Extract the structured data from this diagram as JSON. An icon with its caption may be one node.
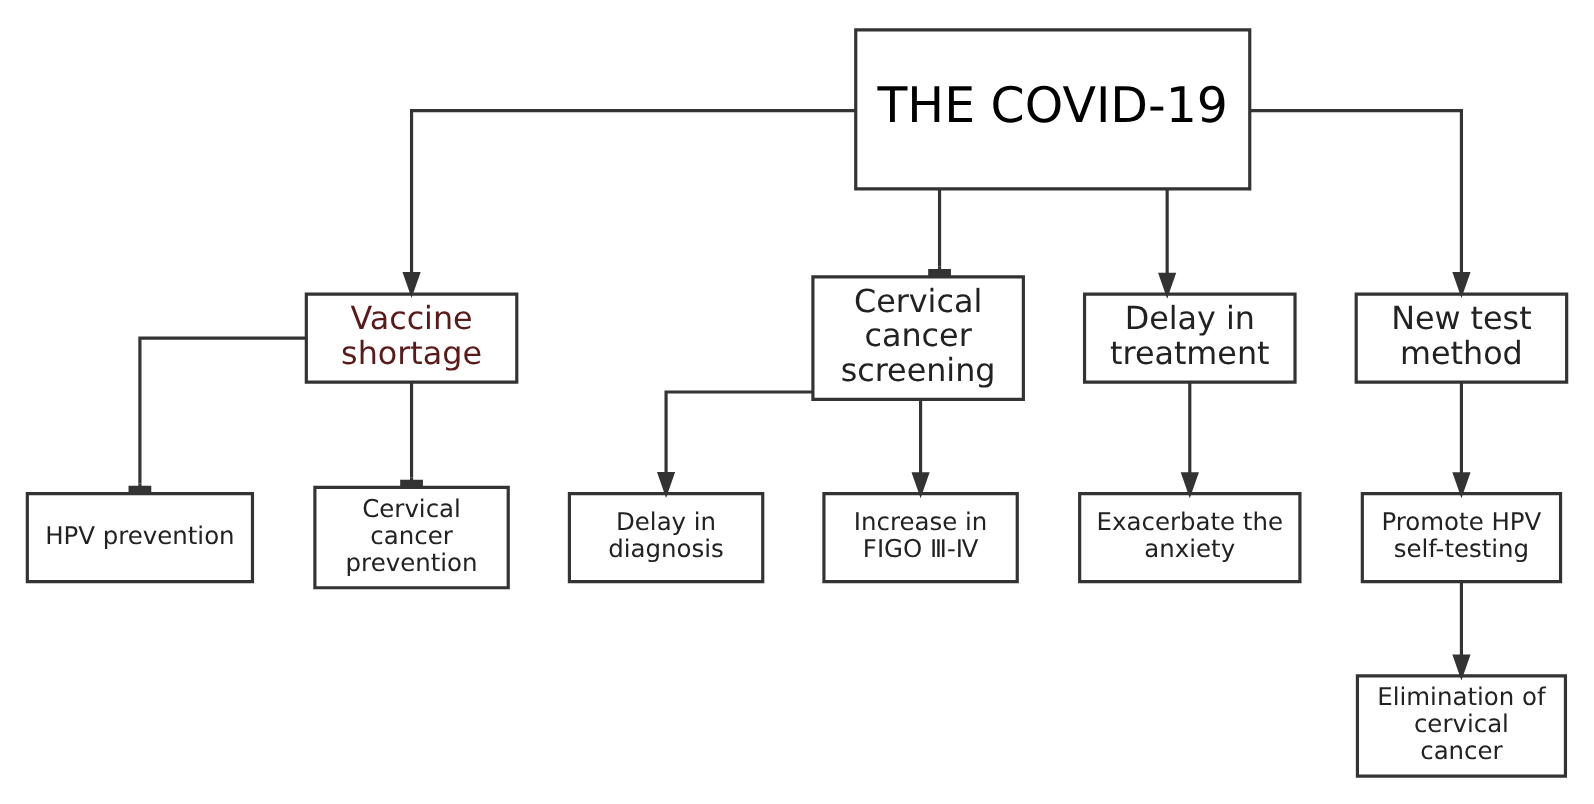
{
  "diagram": {
    "nodes": [
      {
        "text": [
          "THE COVID-19"
        ]
      },
      {
        "text": [
          "Vaccine shortage"
        ]
      },
      {
        "text": [
          "Cervical cancer screening"
        ]
      },
      {
        "text": [
          "Delay in treatment"
        ]
      },
      {
        "text": [
          "New test method"
        ]
      },
      {
        "text": [
          "HPV prevention"
        ]
      },
      {
        "text": [
          "Cervical cancer prevention"
        ]
      },
      {
        "text": [
          "Delay in diagnosis"
        ]
      },
      {
        "text": [
          "Increase in FIGO Ⅲ-Ⅳ"
        ]
      },
      {
        "text": [
          "Exacerbate the anxiety"
        ]
      },
      {
        "text": [
          "Promote HPV self-testing"
        ]
      },
      {
        "text": [
          "Elimination of cervical cancer"
        ]
      }
    ],
    "edges": [
      {
        "from": 0,
        "to": 1,
        "arrow": "to"
      },
      {
        "from": 0,
        "to": 2,
        "arrow": "other"
      },
      {
        "from": 0,
        "to": 3,
        "arrow": "to"
      },
      {
        "from": 0,
        "to": 4,
        "arrow": "to"
      },
      {
        "from": 1,
        "to": 5,
        "arrow": "other"
      },
      {
        "from": 1,
        "to": 6,
        "arrow": "other"
      },
      {
        "from": 2,
        "to": 7,
        "arrow": "to"
      },
      {
        "from": 2,
        "to": 8,
        "arrow": "to"
      },
      {
        "from": 3,
        "to": 9,
        "arrow": "to"
      },
      {
        "from": 4,
        "to": 10,
        "arrow": "to"
      },
      {
        "from": 10,
        "to": 11,
        "arrow": "to"
      }
    ]
  }
}
